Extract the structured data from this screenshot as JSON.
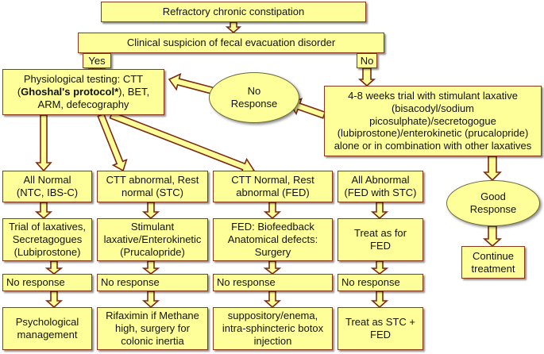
{
  "nodes": {
    "top": "Refractory chronic constipation",
    "suspicion": "Clinical suspicion of fecal evacuation disorder",
    "yes": "Yes",
    "no": "No",
    "physio": {
      "line1": "Physiological testing: CTT",
      "ghoshal": "Ghoshal's protocol*",
      "line2_pre": "(",
      "line2_post": "), BET,",
      "line3": "ARM, defecography"
    },
    "no_response_oval": {
      "l1": "No",
      "l2": "Response"
    },
    "trial": {
      "l1": "4-8 weeks trial with stimulant laxative",
      "l2": "(bisacodyl/sodium",
      "l3": "picosulphate)/secretogogue",
      "l4": "(lubiprostone)/enterokinetic (prucalopride)",
      "l5": "alone or in combination with other laxatives"
    },
    "good_response": {
      "l1": "Good",
      "l2": "Response"
    },
    "continue": {
      "l1": "Continue",
      "l2": "treatment"
    },
    "col1": {
      "result": {
        "l1": "All Normal",
        "l2": "(NTC, IBS-C)"
      },
      "treat": {
        "l1": "Trial of laxatives,",
        "l2": "Secretagogues",
        "l3": "(Lubiprostone)"
      },
      "nr": "No response",
      "final": {
        "l1": "Psychological",
        "l2": "management"
      }
    },
    "col2": {
      "result": {
        "l1": "CTT abnormal, Rest",
        "l2": "normal (STC)"
      },
      "treat": {
        "l1": "Stimulant",
        "l2": "laxative/Enterokinetic",
        "l3": "(Prucalopride)"
      },
      "nr": "No response",
      "final": {
        "l1": "Rifaximin if Methane",
        "l2": "high, surgery for",
        "l3": "colonic inertia"
      }
    },
    "col3": {
      "result": {
        "l1": "CTT Normal, Rest",
        "l2": "abnormal (FED)"
      },
      "treat": {
        "l1": "FED: Biofeedback",
        "l2": "Anatomical defects:",
        "l3": "Surgery"
      },
      "nr": "No response",
      "final": {
        "l1": "suppository/enema,",
        "l2": "intra-sphincteric botox",
        "l3": "injection"
      }
    },
    "col4": {
      "result": {
        "l1": "All Abnormal",
        "l2": "(FED with STC)"
      },
      "treat": {
        "l1": "Treat as for",
        "l2": "FED"
      },
      "nr": "No response",
      "final": {
        "l1": "Treat as STC +",
        "l2": "FED"
      }
    }
  },
  "colors": {
    "box_fill": "#ffff99",
    "box_border": "#8a3a1a",
    "arrow_fill": "#ffff99",
    "arrow_stroke": "#7a2a12"
  }
}
